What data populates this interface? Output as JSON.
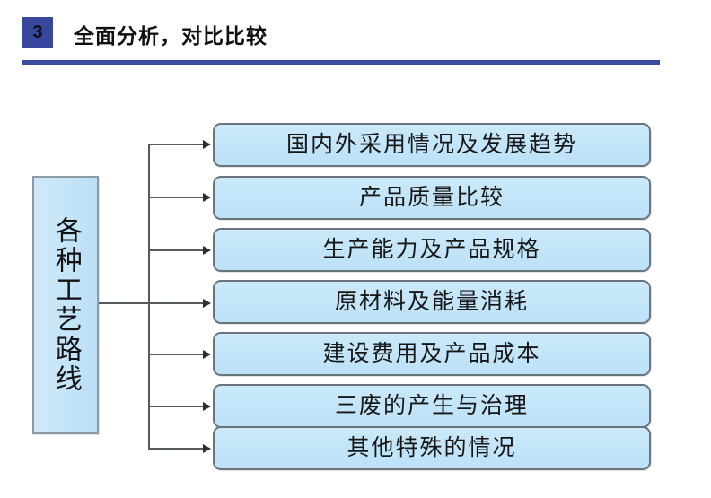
{
  "header": {
    "section_number": "3",
    "title": "全面分析，对比比较",
    "badge_color": "#37479e",
    "rule_color": "#3a4aa0"
  },
  "diagram": {
    "root": {
      "label": "各种工艺路线",
      "orientation": "vertical",
      "fill_color": "#c6e5f8",
      "border_color": "#8d9ba3"
    },
    "connector": {
      "line_color": "#555a5e",
      "arrow_color": "#2b2f33",
      "style": "orthogonal-tree"
    },
    "branch_fill_color": "#c5e6f9",
    "branch_border_color": "#6a747c",
    "branches": [
      {
        "label": "国内外采用情况及发展趋势"
      },
      {
        "label": "产品质量比较"
      },
      {
        "label": "生产能力及产品规格"
      },
      {
        "label": "原材料及能量消耗"
      },
      {
        "label": "建设费用及产品成本"
      },
      {
        "label": "三废的产生与治理"
      },
      {
        "label": "其他特殊的情况"
      }
    ]
  }
}
